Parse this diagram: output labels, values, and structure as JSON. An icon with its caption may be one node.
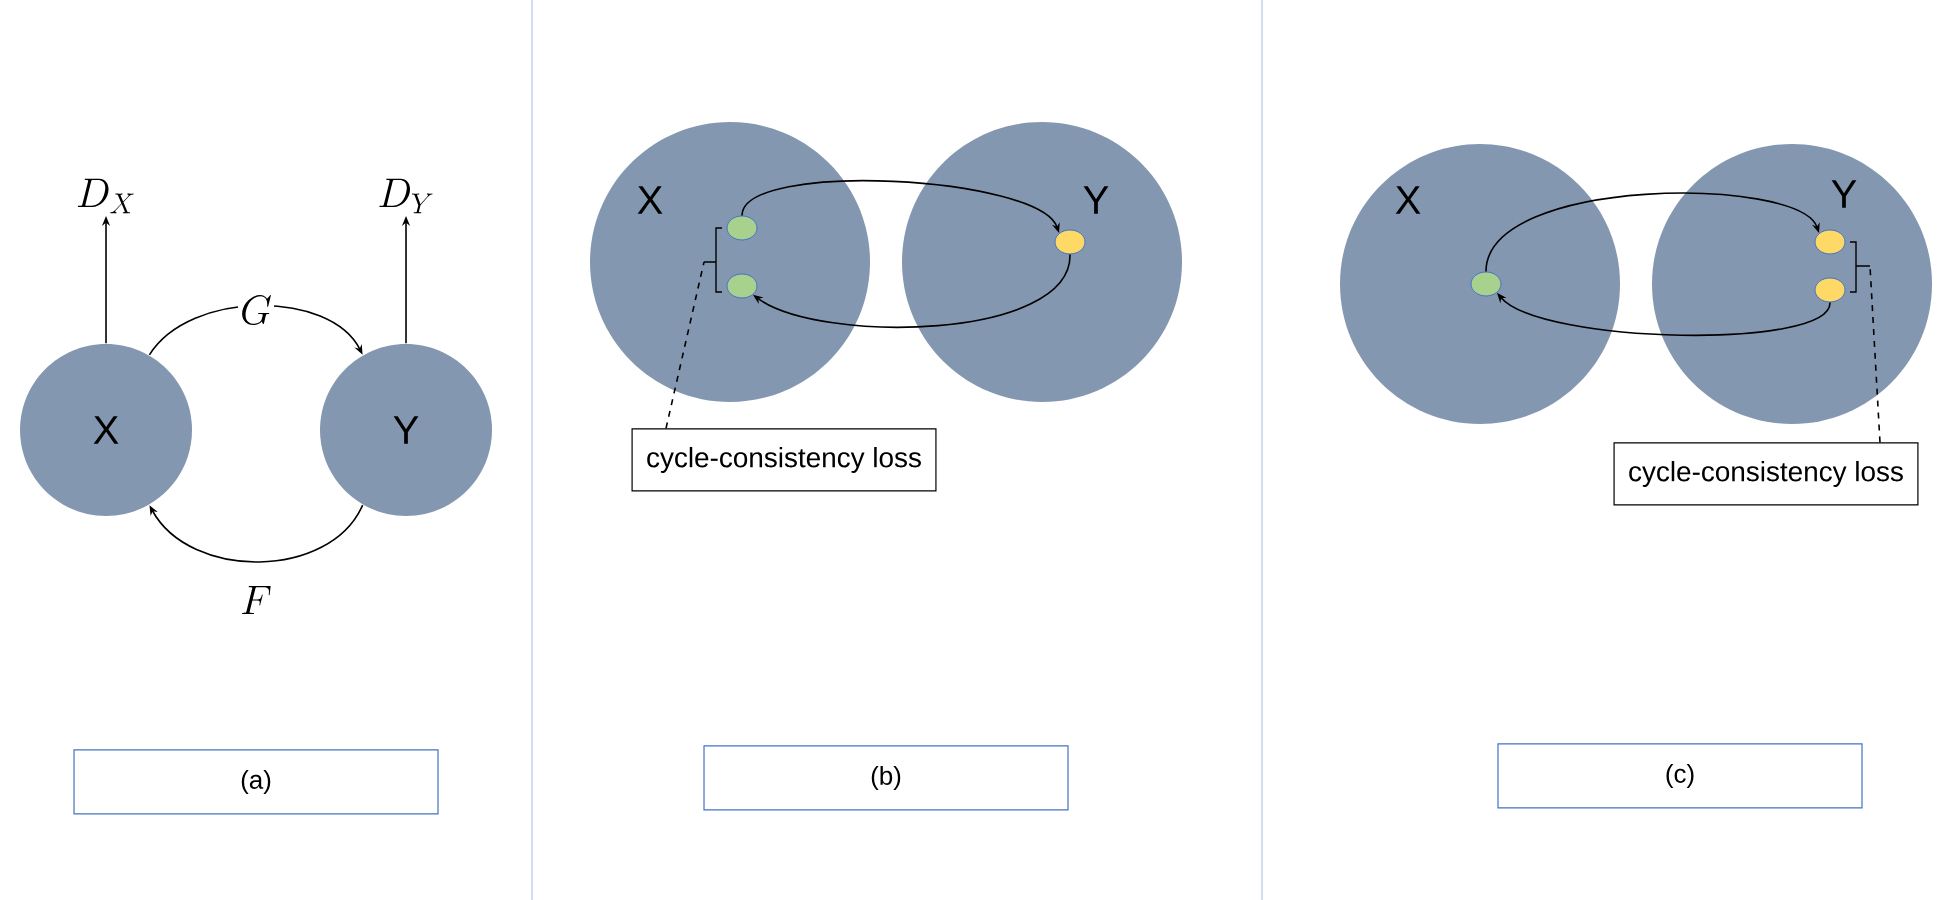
{
  "diagram": {
    "nodes": [
      {
        "text": [
          "X"
        ]
      },
      {
        "text": [
          "Y"
        ]
      },
      {
        "text": [
          "D_X"
        ]
      },
      {
        "text": [
          "D_Y"
        ]
      },
      {
        "text": [
          "(a)"
        ]
      },
      {
        "text": [
          "X"
        ]
      },
      {
        "text": [
          "Y"
        ]
      },
      {
        "text": [],
        "shape": "circle",
        "in": 5
      },
      {
        "text": [],
        "shape": "circle",
        "in": 5
      },
      {
        "text": [],
        "shape": "circle",
        "in": 6
      },
      {
        "text": [
          "cycle-consistency loss"
        ]
      },
      {
        "text": [
          "(b)"
        ]
      },
      {
        "text": [
          "X"
        ]
      },
      {
        "text": [
          "Y"
        ]
      },
      {
        "text": [],
        "shape": "circle",
        "in": 12
      },
      {
        "text": [],
        "shape": "circle",
        "in": 13
      },
      {
        "text": [],
        "shape": "circle",
        "in": 13
      },
      {
        "text": [
          "cycle-consistency loss"
        ]
      },
      {
        "text": [
          "(c)"
        ]
      }
    ],
    "edges": [
      {
        "from": 0,
        "to": 1,
        "arrow": "to",
        "label": "G"
      },
      {
        "from": 1,
        "to": 0,
        "arrow": "to",
        "label": "F"
      },
      {
        "from": 0,
        "to": 2,
        "arrow": "to"
      },
      {
        "from": 1,
        "to": 3,
        "arrow": "to"
      },
      {
        "from": 7,
        "to": 9,
        "arrow": "to"
      },
      {
        "from": 9,
        "to": 8,
        "arrow": "to"
      },
      {
        "from": 10,
        "to": null,
        "arrow": "none",
        "style": "dashed"
      },
      {
        "from": 14,
        "to": 15,
        "arrow": "to"
      },
      {
        "from": 16,
        "to": 14,
        "arrow": "to"
      },
      {
        "from": 17,
        "to": null,
        "arrow": "none",
        "style": "dashed"
      }
    ]
  }
}
